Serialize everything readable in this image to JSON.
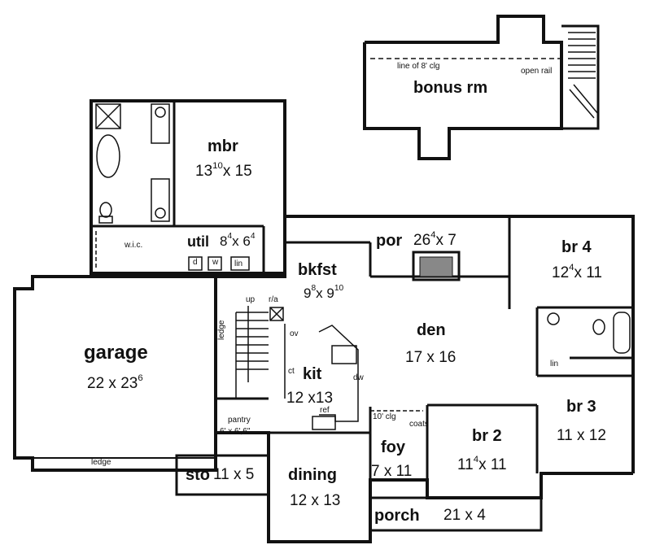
{
  "plan": {
    "bonus_rm": {
      "name": "bonus rm",
      "note_clg": "line of 8' clg",
      "note_rail": "open rail"
    },
    "mbr": {
      "name": "mbr",
      "dim_a": "13",
      "dim_a_sup": "10",
      "dim_b": "x 15"
    },
    "wic": {
      "name": "w.i.c."
    },
    "util": {
      "name": "util",
      "dim_a": "8",
      "dim_a_sup": "4",
      "dim_b": "x 6",
      "dim_b_sup": "4",
      "d": "d",
      "w": "w",
      "lin": "lin"
    },
    "bkfst": {
      "name": "bkfst",
      "dim_a": "9",
      "dim_a_sup": "8",
      "dim_b": "x 9",
      "dim_b_sup": "10"
    },
    "por": {
      "name": "por",
      "dim_a": "26",
      "dim_a_sup": "4",
      "dim_b": "x 7"
    },
    "br4": {
      "name": "br 4",
      "dim_a": "12",
      "dim_a_sup": "4",
      "dim_b": "x 11"
    },
    "garage": {
      "name": "garage",
      "dim_a": "22 x 23",
      "dim_a_sup": "6",
      "ledge_bottom": "ledge",
      "ledge_side": "ledge"
    },
    "stairs": {
      "up": "up",
      "ra": "r/a"
    },
    "kit": {
      "name": "kit",
      "dim": "12 x13",
      "ov": "ov",
      "ct": "ct",
      "dw": "dw",
      "ref": "ref"
    },
    "den": {
      "name": "den",
      "dim": "17 x 16"
    },
    "br3": {
      "name": "br 3",
      "dim": "11 x 12",
      "lin": "lin"
    },
    "pantry": {
      "name": "pantry",
      "dim": "6' x 6',6\""
    },
    "foyer": {
      "name": "foy",
      "dim": "7 x 11",
      "clg": "10' clg",
      "coats": "coats"
    },
    "br2": {
      "name": "br 2",
      "dim_a": "11",
      "dim_a_sup": "4",
      "dim_b": "x  11"
    },
    "sto": {
      "name": "sto",
      "dim": "11 x 5"
    },
    "dining": {
      "name": "dining",
      "dim": "12 x 13"
    },
    "porch": {
      "name": "porch",
      "dim": "21 x 4"
    }
  }
}
